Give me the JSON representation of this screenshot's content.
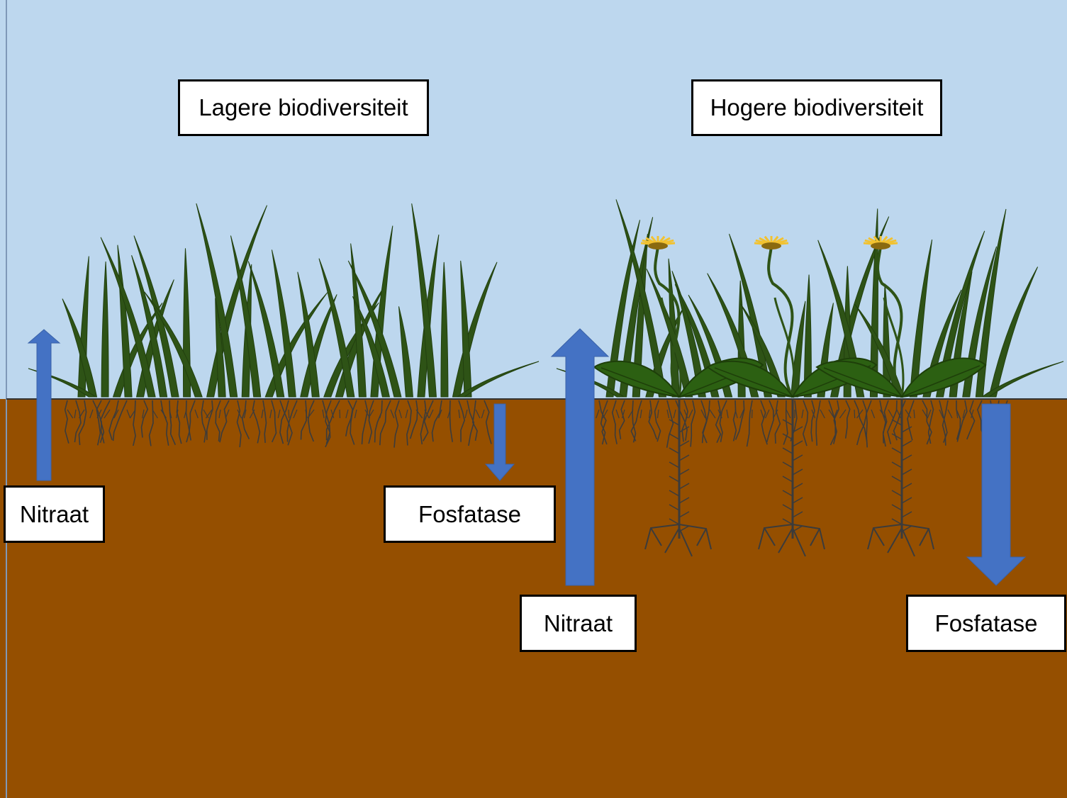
{
  "colors": {
    "sky": "#bdd7ee",
    "soil": "#954f00",
    "grass": "#2e5316",
    "leaf": "#2c6012",
    "root": "#3b3b3b",
    "arrow": "#4472c4",
    "flower": "#f2c230"
  },
  "panels": {
    "lower": {
      "title": "Lagere biodiversiteit",
      "nitrate_label": "Nitraat",
      "phosphatase_label": "Fosfatase",
      "nitrate_level": "small",
      "phosphatase_level": "small"
    },
    "higher": {
      "title": "Hogere biodiversiteit",
      "nitrate_label": "Nitraat",
      "phosphatase_label": "Fosfatase",
      "nitrate_level": "large",
      "phosphatase_level": "large"
    }
  }
}
